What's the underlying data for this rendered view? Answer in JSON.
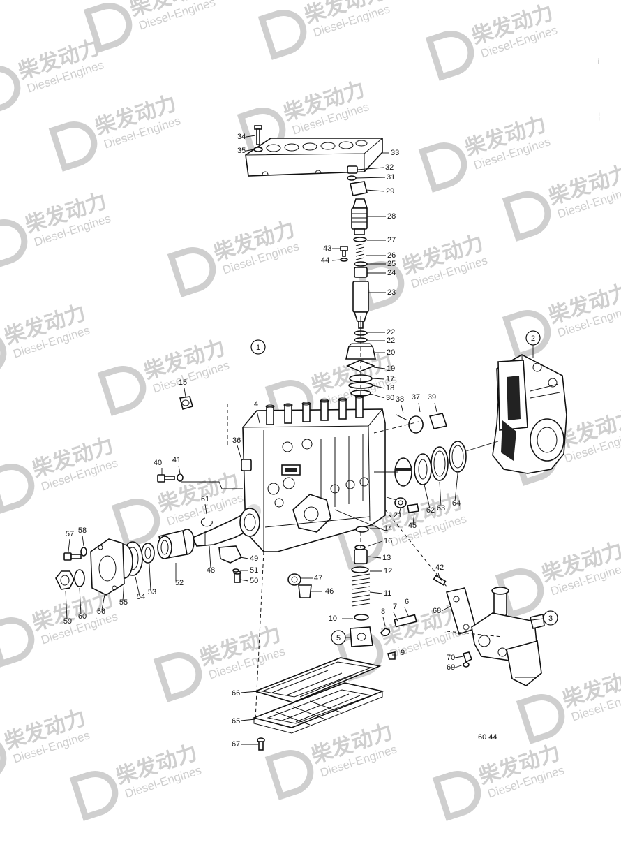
{
  "watermark": {
    "brand": "柴发动力",
    "subtitle": "Diesel-Engines",
    "color": "#cfcfcf"
  },
  "drawing_code": "60 44",
  "edge_marks": [
    "i",
    "¦"
  ],
  "group_labels": [
    "1",
    "2",
    "3",
    "5"
  ],
  "callouts": [
    "4",
    "6",
    "7",
    "8",
    "9",
    "10",
    "11",
    "12",
    "13",
    "14",
    "15",
    "16",
    "17",
    "18",
    "19",
    "20",
    "21",
    "22",
    "22",
    "23",
    "24",
    "25",
    "26",
    "27",
    "28",
    "29",
    "30",
    "31",
    "32",
    "33",
    "34",
    "35",
    "36",
    "37",
    "38",
    "39",
    "40",
    "41",
    "42",
    "43",
    "44",
    "45",
    "46",
    "47",
    "48",
    "49",
    "50",
    "51",
    "52",
    "53",
    "54",
    "55",
    "56",
    "57",
    "58",
    "59",
    "60",
    "61",
    "62",
    "63",
    "64",
    "65",
    "66",
    "67",
    "68",
    "69",
    "70"
  ]
}
